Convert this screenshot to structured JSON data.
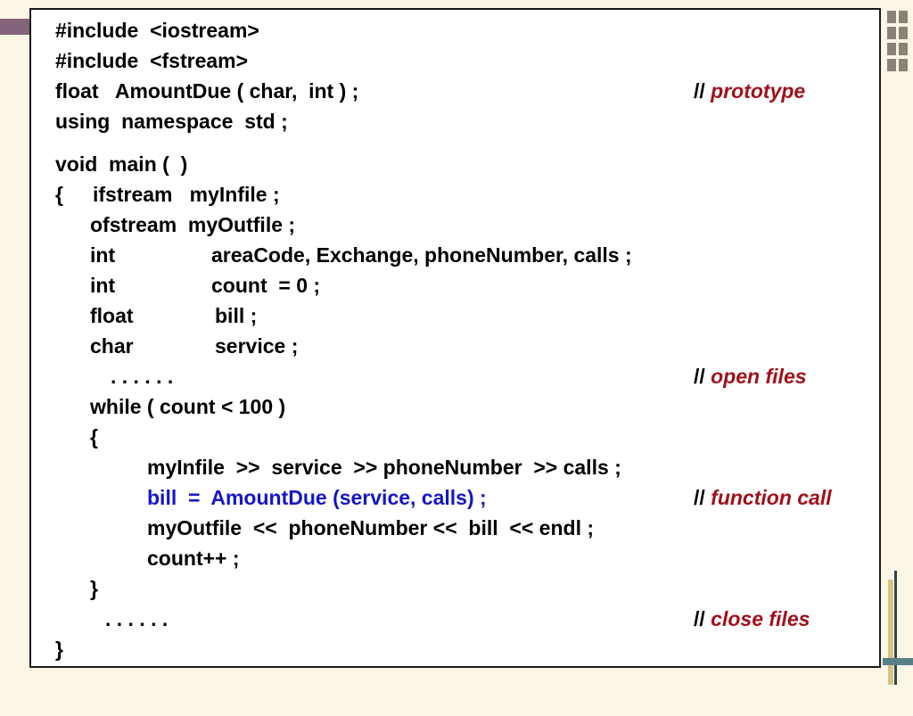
{
  "code_lines": [
    {
      "segments": [
        "#include  <iostream>"
      ]
    },
    {
      "segments": [
        "#include  <fstream>"
      ]
    },
    {
      "segments": [
        "float   AmountDue ( char,  int ) ;"
      ],
      "comment": "prototype"
    },
    {
      "segments": [
        "using  namespace  std ;"
      ]
    },
    {
      "segments": [
        "void  main (  )"
      ]
    },
    {
      "segments": [
        "{",
        "ifstream   myInfile ;"
      ]
    },
    {
      "segments": [
        "ofstream  myOutfile ;"
      ]
    },
    {
      "segments": [
        "int",
        "areaCode, Exchange, phoneNumber, calls ;"
      ]
    },
    {
      "segments": [
        "int",
        "count  = 0 ;"
      ]
    },
    {
      "segments": [
        "float",
        "bill ;"
      ]
    },
    {
      "segments": [
        "char",
        "service ;"
      ]
    },
    {
      "segments": [
        ". . . . . ."
      ],
      "comment": "open files"
    },
    {
      "segments": [
        "while ( count < 100 )"
      ]
    },
    {
      "segments": [
        "{"
      ]
    },
    {
      "segments": [
        "myInfile  >>  service  >> phoneNumber  >> calls ;"
      ]
    },
    {
      "segments": [
        "bill  =  AmountDue (service, calls) ;"
      ],
      "comment": "function call",
      "highlight": "#1515c8"
    },
    {
      "segments": [
        "myOutfile  <<  phoneNumber <<  bill  << endl ;"
      ]
    },
    {
      "segments": [
        "count++ ;"
      ]
    },
    {
      "segments": [
        "}"
      ]
    },
    {
      "segments": [
        ". . . . . ."
      ],
      "comment": "close files"
    },
    {
      "segments": [
        "}"
      ]
    }
  ],
  "comment_prefix": "//",
  "colors": {
    "code": "#000000",
    "comment_text": "#a0101a",
    "highlight": "#1515c8",
    "slide_background": "#ffffff",
    "page_background": "#fbf6e6",
    "accent_left": "#83647a",
    "deco_bar": "#d6c486"
  }
}
